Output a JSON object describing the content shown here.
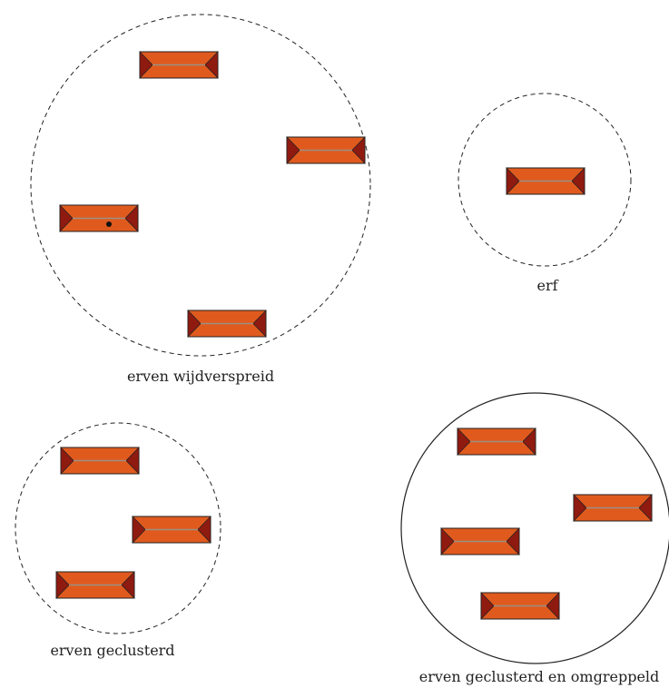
{
  "labels": {
    "wijdverspreid": "erven wijdverspreid",
    "erf": "erf",
    "geclusterd": "erven geclusterd",
    "omgreppeld": "erven geclusterd en omgreppeld"
  },
  "colors": {
    "roof_fill": "#e05a1e",
    "roof_hip": "#8f1a10",
    "roof_ridge": "#9a8f82",
    "outline": "#222222",
    "background": "#ffffff"
  }
}
